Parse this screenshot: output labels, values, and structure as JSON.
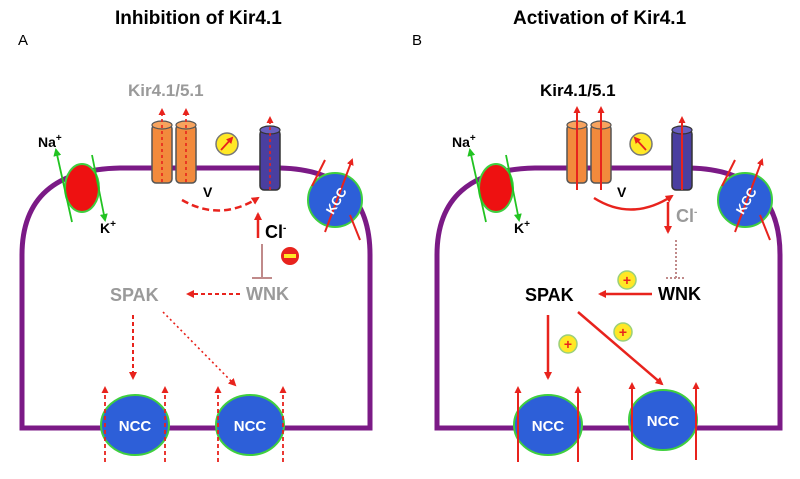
{
  "panel_a": {
    "letter": "A",
    "title": "Inhibition of Kir4.1",
    "channel_label": "Kir4.1/5.1",
    "na": "Na",
    "k": "K",
    "plus": "+",
    "v": "V",
    "cl": "Cl",
    "minus_sup": "-",
    "kcc": "KCC",
    "spak": "SPAK",
    "wnk": "WNK",
    "ncc_left": "NCC",
    "ncc_right": "NCC"
  },
  "panel_b": {
    "letter": "B",
    "title": "Activation of Kir4.1",
    "channel_label": "Kir4.1/5.1",
    "na": "Na",
    "k": "K",
    "plus": "+",
    "v": "V",
    "cl": "Cl",
    "minus_sup": "-",
    "kcc": "KCC",
    "spak": "SPAK",
    "wnk": "WNK",
    "ncc_left": "NCC",
    "ncc_right": "NCC"
  },
  "colors": {
    "membrane": "#7b1a86",
    "arrow_red": "#e8231d",
    "ncc_blue": "#2d5fd8",
    "ncc_outline": "#3fcf3f",
    "channel_orange": "#f28a3c",
    "channel_purple": "#4a3fa0",
    "transporter_red": "#ee1111",
    "badge_yellow": "#ffe826",
    "grey_text": "#9a9a9a"
  }
}
